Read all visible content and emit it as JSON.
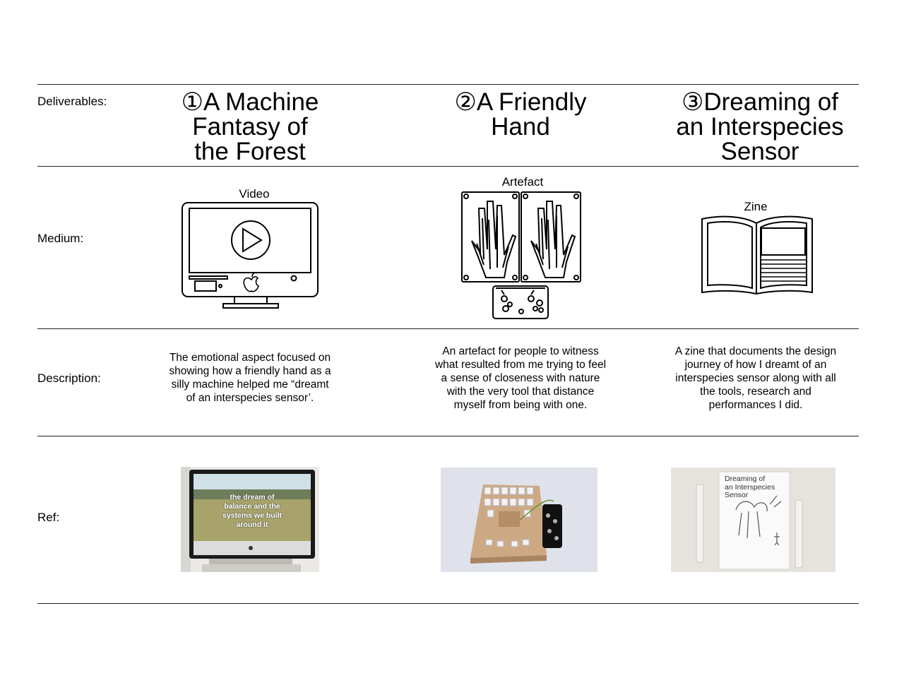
{
  "labels": {
    "deliverables": "Deliverables:",
    "medium": "Medium:",
    "description": "Description:",
    "ref": "Ref:"
  },
  "columns": [
    {
      "title_lines": [
        "①A Machine",
        "Fantasy of",
        "the Forest"
      ],
      "medium": "Video",
      "medium_icon": "computer-monitor-play-icon",
      "description_lines": [
        "The emotional aspect focused on",
        "showing how a friendly hand as a",
        "silly machine helped me “dreamt",
        "of an interspecies sensor’."
      ],
      "ref_overlay_lines": [
        "the dream of",
        "balance and the",
        "systems we built",
        "around it"
      ]
    },
    {
      "title_lines": [
        "②A Friendly",
        "Hand"
      ],
      "medium": "Artefact",
      "medium_icon": "hand-artefact-icon",
      "description_lines": [
        "An artefact for people to witness",
        "what resulted from me trying to feel",
        "a sense of closeness with nature",
        "with the very tool that distance",
        "myself from being with one."
      ]
    },
    {
      "title_lines": [
        "③Dreaming of",
        "an Interspecies",
        "Sensor"
      ],
      "medium": "Zine",
      "medium_icon": "open-book-icon",
      "description_lines": [
        "A zine that documents the design",
        "journey of how I dreamt of an",
        "interspecies sensor along with all",
        "the tools, research and",
        "performances I did."
      ],
      "ref_cover_lines": [
        "Dreaming of",
        "an Interspecies",
        "Sensor"
      ]
    }
  ]
}
